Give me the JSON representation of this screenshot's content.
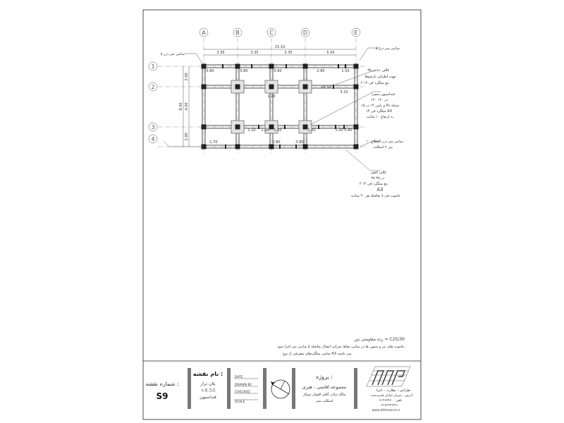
{
  "grid": {
    "columns": [
      "A",
      "B",
      "C",
      "D",
      "E"
    ],
    "rows": [
      "1",
      "2",
      "3",
      "4"
    ]
  },
  "dimensions": {
    "total_horizontal": "15.10",
    "spans": [
      "3.35",
      "3.35",
      "3.35",
      "5.05"
    ],
    "vertical_total": "8.00",
    "vertical_spans": [
      "2.00",
      "4.00",
      "2.00"
    ],
    "internal": [
      "0.80",
      "0.80",
      "0.80",
      "2.80",
      "1.50",
      "+8.50",
      "3.10",
      "1.20",
      "1.20",
      "1.20",
      "1.20",
      "1.20",
      "1.00",
      "0.80",
      "1.70",
      "0.80",
      "0.80"
    ]
  },
  "annotations": {
    "left_joint": "۵ سانتی متر درز",
    "right_joint": "۵ سانتی متر درز",
    "tie_beam": [
      "کلاف ۱۰ در ۳۵",
      "جهت اطراف بازشوها",
      "۲ نبع میلگرد فی ۱۲"
    ],
    "footing": [
      "فنداسیون منفرد",
      "۱۲۰ در ۱۲۰",
      "شبکه بالا و پایین ۱۴ در ۱۵",
      "میلگرد فی ۱۴ A3",
      "به ارتفاع ۱۰ سانت"
    ],
    "separation": [
      "۱۰ سانتی متر درز انقطاع",
      "بین ۲ اسکلت"
    ],
    "horizontal_tie": [
      "کلاف افقی",
      "۳۵ در ۳۵",
      "۴ نبع میلگرد فی ۱۴",
      "A3",
      "خاموت فی ۸ بفاصله هر ۲۰ سانت"
    ]
  },
  "notes": [
    "رده مقاومتی بتن = C25/30",
    "خاموت های تیر و ستون ها در تمامی نقاط بحرانی اتصال بفاصله ۵ سانتی متر اجرا شود.",
    "تمامی میلگردهای مصرفی از نوع A3 می باشند."
  ],
  "title_block": {
    "sheet_number_label": "شماره نقشه :",
    "sheet_number": "S9",
    "drawing_name_label": "نام نقشه :",
    "drawing_name": [
      "پلان تراز",
      "+8.50",
      "فنداسیون"
    ],
    "date_label": "DATE",
    "drawn_by_label": "DRAWN BY",
    "checked_label": "CHECKED",
    "scale_label": "SCALE",
    "project_label": "پروژه :",
    "project": [
      "مجموعه اقامتی - هنری",
      "مالک جناب آقای افشار جوکار",
      "اسکلت بتنی"
    ],
    "company": [
      "طراحی - نظارت - اجرا",
      "آدرس : شیراز خیابان قصردشت",
      "تلفن : ۰۷۱۳۶۲۴۷۰",
      "۰۹۱۷۳۳۳۳۳۶۱",
      "www.afshararco.ir"
    ]
  }
}
